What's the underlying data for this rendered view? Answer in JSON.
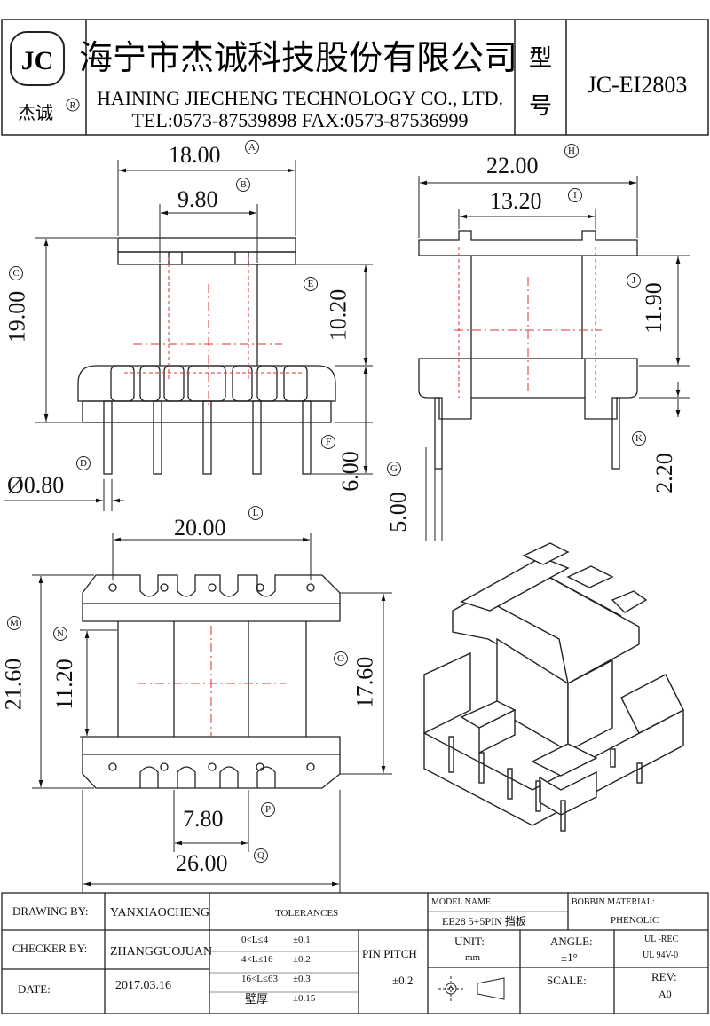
{
  "header": {
    "logo_text": "JC",
    "logo_subtext": "杰诚",
    "logo_registered": "R",
    "company_cn": "海宁市杰诚科技股份有限公司",
    "company_en": "HAINING JIECHENG TECHNOLOGY CO., LTD.",
    "contact": "TEL:0573-87539898   FAX:0573-87536999",
    "type_label_1": "型",
    "type_label_2": "号",
    "model_code": "JC-EI2803"
  },
  "dimensions": {
    "A": {
      "label": "A",
      "value": "18.00"
    },
    "B": {
      "label": "B",
      "value": "9.80"
    },
    "C": {
      "label": "C",
      "value": "19.00"
    },
    "D": {
      "label": "D",
      "value": "Ø0.80"
    },
    "E": {
      "label": "E",
      "value": "10.20"
    },
    "F": {
      "label": "F",
      "value": "6.00"
    },
    "G": {
      "label": "G",
      "value": "5.00"
    },
    "H": {
      "label": "H",
      "value": "22.00"
    },
    "I": {
      "label": "I",
      "value": "13.20"
    },
    "J": {
      "label": "J",
      "value": "11.90"
    },
    "K": {
      "label": "K",
      "value": "2.20"
    },
    "L": {
      "label": "L",
      "value": "20.00"
    },
    "M": {
      "label": "M",
      "value": "21.60"
    },
    "N": {
      "label": "N",
      "value": "11.20"
    },
    "O": {
      "label": "O",
      "value": "17.60"
    },
    "P": {
      "label": "P",
      "value": "7.80"
    },
    "Q": {
      "label": "Q",
      "value": "26.00"
    }
  },
  "title_block": {
    "drawing_by_label": "DRAWING  BY:",
    "drawing_by_value": "YANXIAOCHENG",
    "checker_by_label": "CHECKER  BY:",
    "checker_by_value": "ZHANGGUOJUAN",
    "date_label": "DATE:",
    "date_value": "2017.03.16",
    "tolerances_label": "TOLERANCES",
    "tol_rows": [
      {
        "range": "0<L≤4",
        "value": "±0.1"
      },
      {
        "range": "4<L≤16",
        "value": "±0.2"
      },
      {
        "range": "16<L≤63",
        "value": "±0.3"
      },
      {
        "range": "壁厚",
        "value": "±0.15"
      }
    ],
    "pin_pitch_label": "PIN PITCH",
    "pin_pitch_value": "±0.2",
    "model_name_label": "MODEL NAME",
    "model_name_value": "EE28 5+5PIN 挡板",
    "bobbin_material_label": "BOBBIN MATERIAL:",
    "bobbin_material_value": "PHENOLIC",
    "unit_label": "UNIT:",
    "unit_value": "mm",
    "angle_label": "ANGLE:",
    "angle_value": "±1°",
    "ul_rec": "UL -REC",
    "ul_94": "UL  94V-0",
    "scale_label": "SCALE:",
    "rev_label": "REV:",
    "rev_value": "A0"
  }
}
